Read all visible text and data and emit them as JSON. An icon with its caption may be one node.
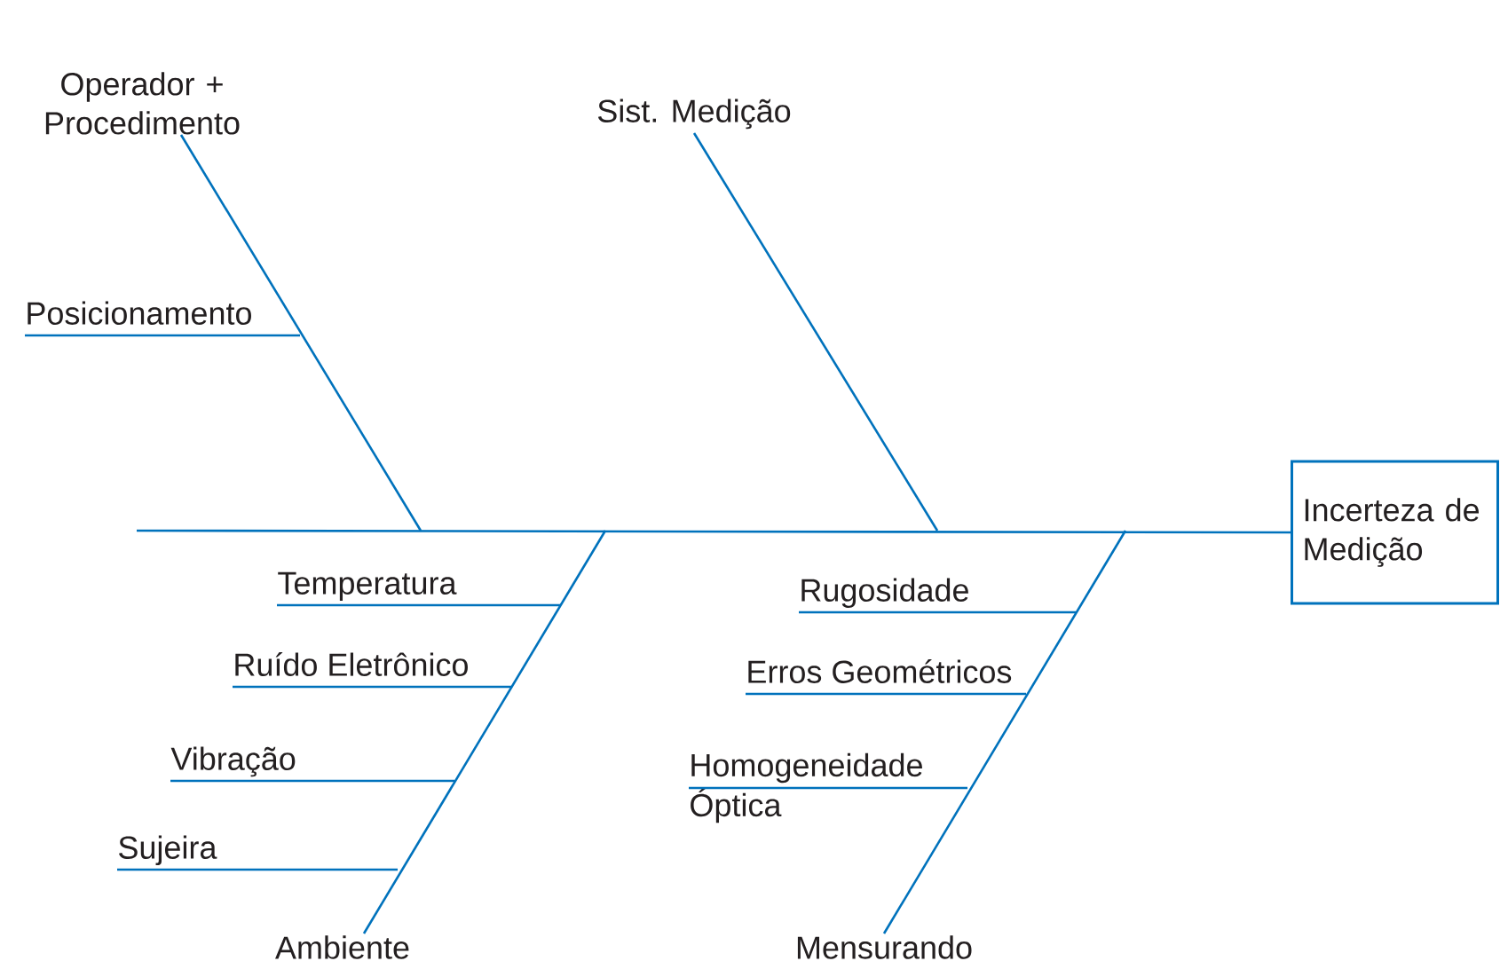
{
  "diagram": {
    "nodes": [
      {
        "text": [
          "Incerteza de Medição"
        ]
      },
      {
        "text": [
          "Operador + Procedimento"
        ]
      },
      {
        "text": [
          "Posicionamento"
        ]
      },
      {
        "text": [
          "Sist. Medição"
        ]
      },
      {
        "text": [
          "Temperatura"
        ]
      },
      {
        "text": [
          "Ruído Eletrônico"
        ]
      },
      {
        "text": [
          "Vibração"
        ]
      },
      {
        "text": [
          "Sujeira"
        ]
      },
      {
        "text": [
          "Ambiente"
        ]
      },
      {
        "text": [
          "Rugosidade"
        ]
      },
      {
        "text": [
          "Erros Geométricos"
        ]
      },
      {
        "text": [
          "Homogeneidade Óptica"
        ]
      },
      {
        "text": [
          "Mensurando"
        ]
      }
    ],
    "edges": [
      {
        "from": null,
        "to": 0,
        "arrow": "none"
      },
      {
        "from": 1,
        "to": null,
        "arrow": "none"
      },
      {
        "from": 2,
        "to": null,
        "arrow": "none"
      },
      {
        "from": 3,
        "to": null,
        "arrow": "none"
      },
      {
        "from": 4,
        "to": null,
        "arrow": "none"
      },
      {
        "from": 5,
        "to": null,
        "arrow": "none"
      },
      {
        "from": 6,
        "to": null,
        "arrow": "none"
      },
      {
        "from": 7,
        "to": null,
        "arrow": "none"
      },
      {
        "from": 8,
        "to": null,
        "arrow": "none"
      },
      {
        "from": 9,
        "to": null,
        "arrow": "none"
      },
      {
        "from": 10,
        "to": null,
        "arrow": "none"
      },
      {
        "from": 11,
        "to": null,
        "arrow": "none"
      },
      {
        "from": 12,
        "to": null,
        "arrow": "none"
      }
    ]
  }
}
